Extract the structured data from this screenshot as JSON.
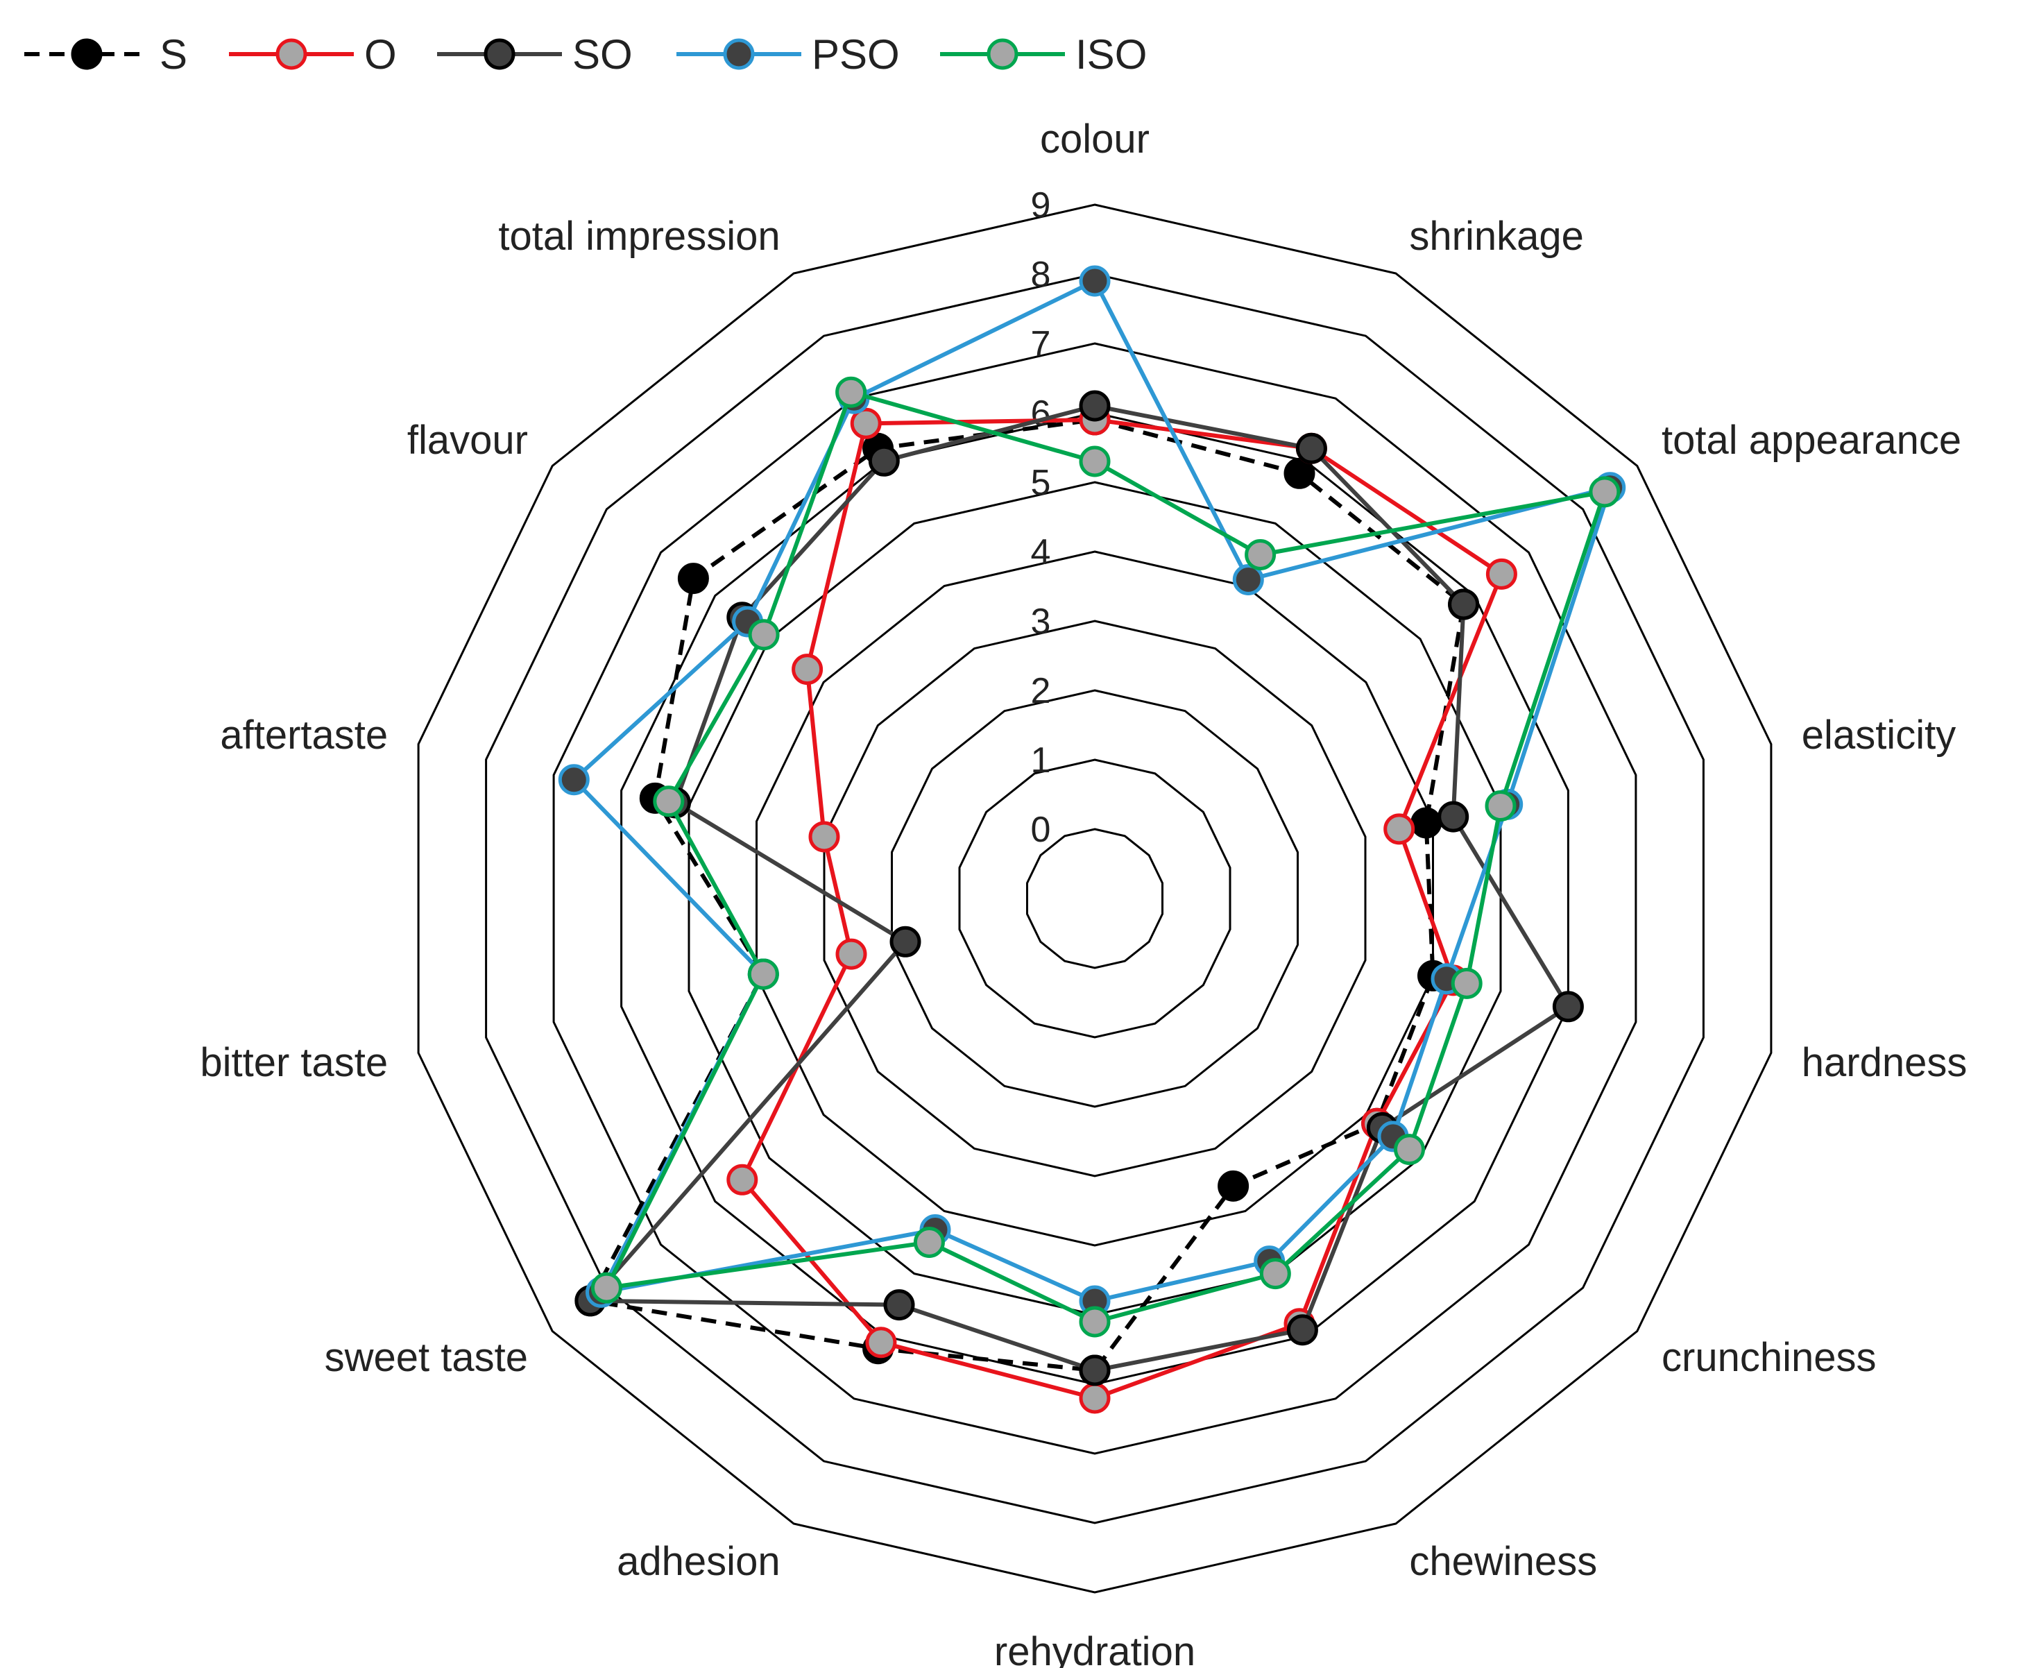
{
  "chart_data": {
    "type": "radar",
    "categories": [
      "colour",
      "shrinkage",
      "total appearance",
      "elasticity",
      "hardness",
      "crunchiness",
      "chewiness",
      "rehydration",
      "adhesion",
      "sweet taste",
      "bitter taste",
      "aftertaste",
      "flavour",
      "total impression"
    ],
    "rlim": [
      0,
      9
    ],
    "ticks": [
      "0",
      "1",
      "2",
      "3",
      "4",
      "5",
      "6",
      "7",
      "8",
      "9"
    ],
    "grid": true,
    "legend_position": "top-left",
    "series": [
      {
        "name": "S",
        "line_color": "#000000",
        "marker_fill": "#000000",
        "marker_stroke": "#000000",
        "dashed": true,
        "values": [
          5.9,
          5.8,
          5.8,
          3.9,
          4.0,
          4.2,
          3.6,
          5.8,
          6.2,
          8.3,
          3.9,
          5.5,
          6.4,
          6.2
        ]
      },
      {
        "name": "O",
        "line_color": "#e8141c",
        "marker_fill": "#a6a6a6",
        "marker_stroke": "#e8141c",
        "dashed": false,
        "values": [
          5.9,
          6.2,
          6.5,
          3.5,
          4.3,
          4.2,
          5.8,
          6.2,
          6.1,
          5.5,
          2.6,
          3.0,
          4.3,
          6.6
        ]
      },
      {
        "name": "SO",
        "line_color": "#404040",
        "marker_fill": "#404040",
        "marker_stroke": "#000000",
        "dashed": false,
        "values": [
          6.1,
          6.2,
          5.8,
          4.3,
          6.0,
          4.3,
          5.9,
          5.8,
          5.5,
          8.3,
          1.8,
          5.2,
          5.5,
          6.0
        ]
      },
      {
        "name": "PSO",
        "line_color": "#2e98d4",
        "marker_fill": "#404040",
        "marker_stroke": "#2e98d4",
        "dashed": false,
        "values": [
          7.9,
          4.1,
          8.5,
          5.1,
          4.2,
          4.5,
          4.8,
          4.8,
          4.3,
          8.1,
          3.9,
          6.7,
          5.4,
          7.0
        ]
      },
      {
        "name": "ISO",
        "line_color": "#00a64f",
        "marker_fill": "#a6a6a6",
        "marker_stroke": "#00a64f",
        "dashed": false,
        "values": [
          5.3,
          4.5,
          8.4,
          5.0,
          4.5,
          4.8,
          5.0,
          5.1,
          4.5,
          8.0,
          3.9,
          5.3,
          5.1,
          7.1
        ]
      }
    ]
  }
}
